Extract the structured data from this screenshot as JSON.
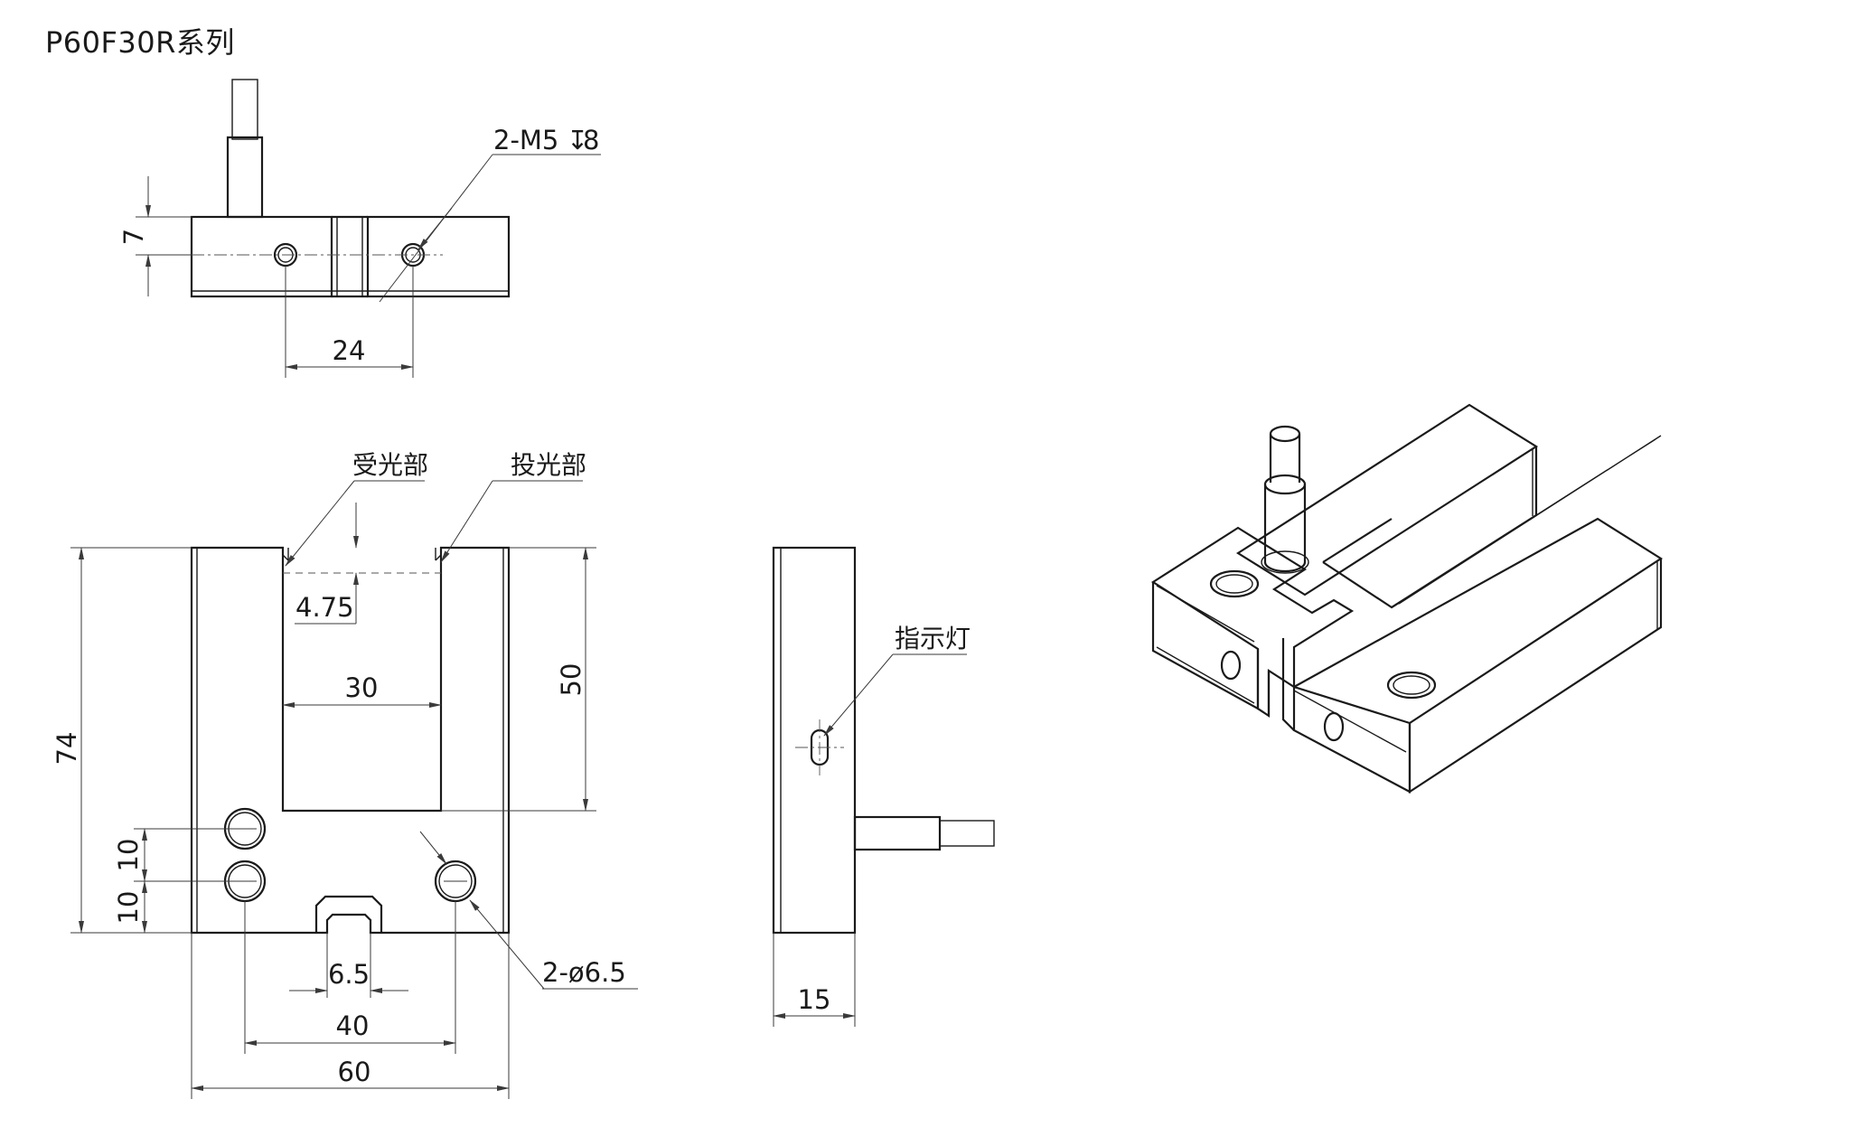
{
  "title": "P60F30R系列",
  "top_view": {
    "thread_callout": "2-M5",
    "depth_symbol": "↧",
    "thread_depth": "8",
    "dim_height": "7",
    "dim_hole_spacing": "24"
  },
  "front_view": {
    "label_receiver": "受光部",
    "label_emitter": "投光部",
    "dim_slot_offset": "4.75",
    "dim_slot_width": "30",
    "dim_slot_depth": "50",
    "dim_total_height": "74",
    "dim_hole_pitch_upper": "10",
    "dim_hole_pitch_lower": "10",
    "dim_notch_width": "6.5",
    "dim_hole_spacing": "40",
    "dim_total_width": "60",
    "hole_callout": "2-ø6.5"
  },
  "side_view": {
    "label_indicator": "指示灯",
    "dim_thickness": "15"
  }
}
